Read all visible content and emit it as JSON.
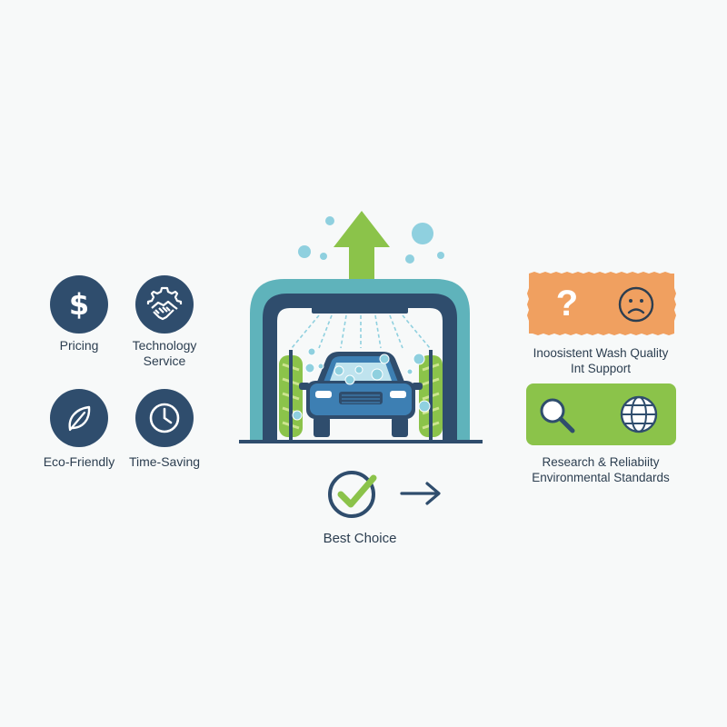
{
  "features": {
    "pricing": {
      "label": "Pricing",
      "symbol": "$"
    },
    "technology": {
      "label_line1": "Technology",
      "label_line2": "Service"
    },
    "eco": {
      "label": "Eco-Friendly"
    },
    "time": {
      "label": "Time-Saving"
    }
  },
  "problems_panel": {
    "line1": "Inoosistent Wash Quality",
    "line2": "Int Support",
    "symbol": "?"
  },
  "solutions_panel": {
    "line1": "Research & Reliabiity",
    "line2": "Environmental Standards"
  },
  "best_choice": {
    "label": "Best Choice"
  },
  "colors": {
    "navy": "#2f4d6d",
    "teal": "#5fb3bb",
    "green": "#8bc34a",
    "orange": "#f0a060",
    "car_blue": "#3d7fb3",
    "bubble": "#8fd0df"
  },
  "icons": [
    "dollar-icon",
    "handshake-gear-icon",
    "leaf-icon",
    "clock-icon",
    "question-icon",
    "sad-face-icon",
    "magnifier-icon",
    "globe-icon",
    "checkmark-icon",
    "arrow-right-icon",
    "arrow-up-icon"
  ]
}
